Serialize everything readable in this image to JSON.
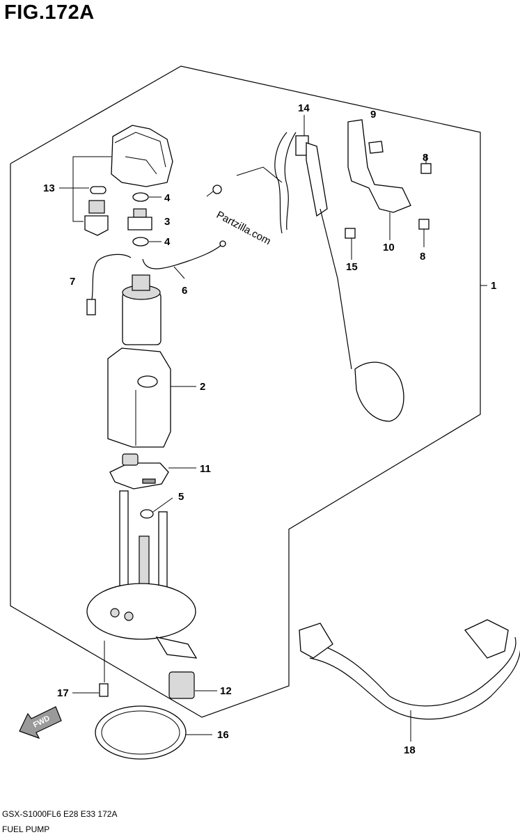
{
  "figure": {
    "title": "FIG.172A",
    "model_line": "GSX-S1000FL6  E28  E33  172A",
    "name": "FUEL PUMP",
    "watermark": "Partzilla.com",
    "fwd_label": "FWD"
  },
  "callouts": [
    {
      "id": "1",
      "label": "1"
    },
    {
      "id": "2",
      "label": "2"
    },
    {
      "id": "3",
      "label": "3"
    },
    {
      "id": "4a",
      "label": "4"
    },
    {
      "id": "4b",
      "label": "4"
    },
    {
      "id": "5",
      "label": "5"
    },
    {
      "id": "6",
      "label": "6"
    },
    {
      "id": "7",
      "label": "7"
    },
    {
      "id": "8a",
      "label": "8"
    },
    {
      "id": "8b",
      "label": "8"
    },
    {
      "id": "9",
      "label": "9"
    },
    {
      "id": "10",
      "label": "10"
    },
    {
      "id": "11",
      "label": "11"
    },
    {
      "id": "12",
      "label": "12"
    },
    {
      "id": "13",
      "label": "13"
    },
    {
      "id": "14",
      "label": "14"
    },
    {
      "id": "15",
      "label": "15"
    },
    {
      "id": "16",
      "label": "16"
    },
    {
      "id": "17",
      "label": "17"
    },
    {
      "id": "18",
      "label": "18"
    }
  ]
}
